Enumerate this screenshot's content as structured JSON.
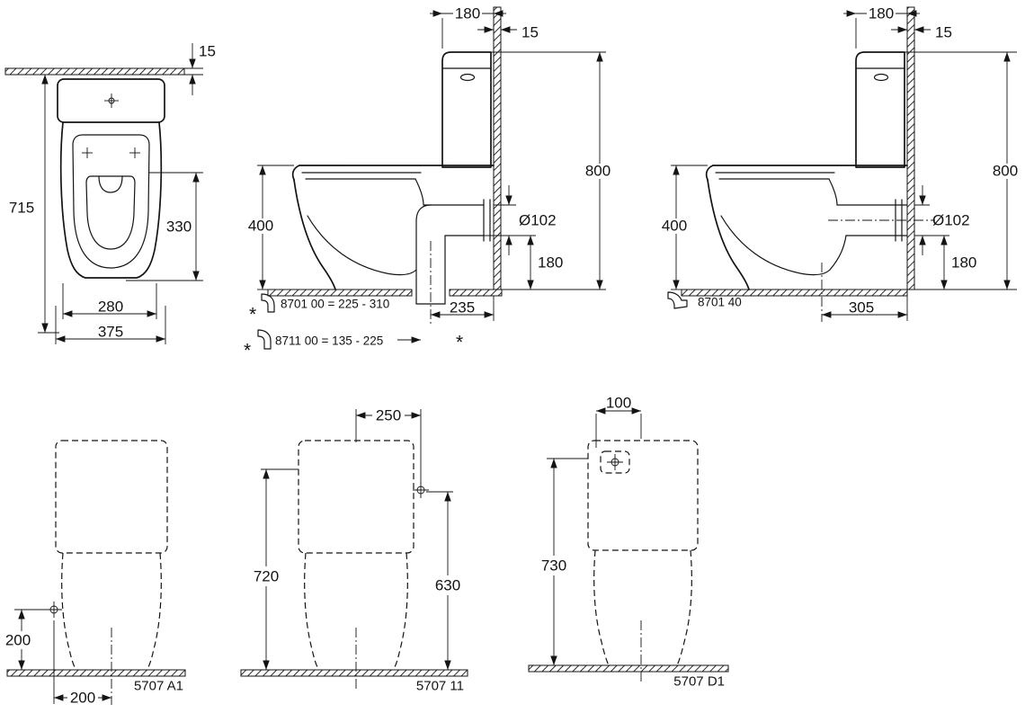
{
  "front_view": {
    "wall_gap": "15",
    "overall_height": "715",
    "seat_length": "330",
    "base_width": "280",
    "overall_width": "375"
  },
  "side_view_bottom_outlet": {
    "cistern_depth": "180",
    "wall_thickness": "15",
    "overall_height": "800",
    "rim_height": "400",
    "outlet_diameter": "Ø102",
    "outlet_height": "180",
    "outlet_offset": "235",
    "asterisk": "*",
    "adapter_1": "8701 00  = 225 - 310",
    "adapter_2": "8711 00  = 135 - 225"
  },
  "side_view_wall_outlet": {
    "cistern_depth": "180",
    "wall_thickness": "15",
    "overall_height": "800",
    "rim_height": "400",
    "outlet_diameter": "Ø102",
    "outlet_height": "180",
    "outlet_offset": "305",
    "adapter": "8701 40"
  },
  "rear_view_a1": {
    "supply_height": "200",
    "supply_offset": "200",
    "model": "5707 A1"
  },
  "rear_view_11": {
    "tank_offset": "250",
    "overall_height": "720",
    "supply_height": "630",
    "model": "5707 11"
  },
  "rear_view_d1": {
    "cutout_width": "100",
    "supply_height": "730",
    "model": "5707 D1"
  }
}
